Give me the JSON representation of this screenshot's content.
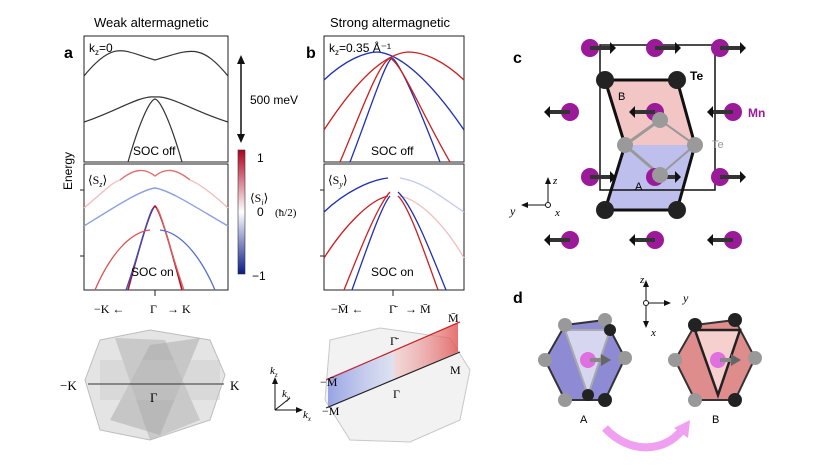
{
  "panels": {
    "a": {
      "letter": "a",
      "title": "Weak altermagnetic",
      "kz": "k",
      "kz_sub": "z",
      "kz_val": "=0",
      "soc_off": "SOC off",
      "soc_on": "SOC on",
      "spin_label": "⟨S",
      "spin_sub": "z",
      "spin_end": "⟩",
      "k_left": "−K ←",
      "k_mid": "Γ",
      "k_right": "→ K"
    },
    "b": {
      "letter": "b",
      "title": "Strong altermagnetic",
      "kz": "k",
      "kz_sub": "z",
      "kz_val": "=0.35 Å⁻¹",
      "soc_off": "SOC off",
      "soc_on": "SOC on",
      "spin_label": "⟨S",
      "spin_sub": "y",
      "spin_end": "⟩",
      "k_left": "−M̄ ←",
      "k_mid": "Γ̄",
      "k_right": "→ M̄"
    },
    "c": {
      "letter": "c",
      "te_label_black": "Te",
      "te_label_gray": "Te",
      "mn_label": "Mn",
      "sub_a": "A",
      "sub_b": "B",
      "axis_z": "z",
      "axis_y": "y",
      "axis_x": "x"
    },
    "d": {
      "letter": "d",
      "sub_a": "A",
      "sub_b": "B",
      "axis_z": "z",
      "axis_y": "y",
      "axis_x": "x"
    }
  },
  "energy_axis": {
    "label": "Energy",
    "scale": "500 meV"
  },
  "colorbar": {
    "label": "⟨S",
    "label_sub": "i",
    "label_end": "⟩",
    "unit": "(ħ/2)",
    "max": "1",
    "mid": "0",
    "min": "−1",
    "colors": {
      "pos": "#b0001e",
      "zero": "#ffffff",
      "neg": "#0a1a8a"
    }
  },
  "bz_a": {
    "left": "−K",
    "center": "Γ",
    "right": "K"
  },
  "bz_b": {
    "gamma_bar": "Γ̄",
    "m_bar_top": "M̄",
    "m_bar_left": "−M̄",
    "gamma": "Γ",
    "m": "M",
    "m_left": "−M",
    "axes": {
      "kz": "k",
      "kz_sub": "z",
      "ky": "k",
      "ky_sub": "y",
      "kx": "k",
      "kx_sub": "x"
    }
  },
  "colors": {
    "red": "#cc2020",
    "blue": "#2030b0",
    "mn": "#9a1a9a",
    "te_dark": "#222222",
    "te_light": "#9a9a9a",
    "face_a": "#8a86d6",
    "face_b": "#e8a8a8",
    "arrow": "#e070e0"
  }
}
